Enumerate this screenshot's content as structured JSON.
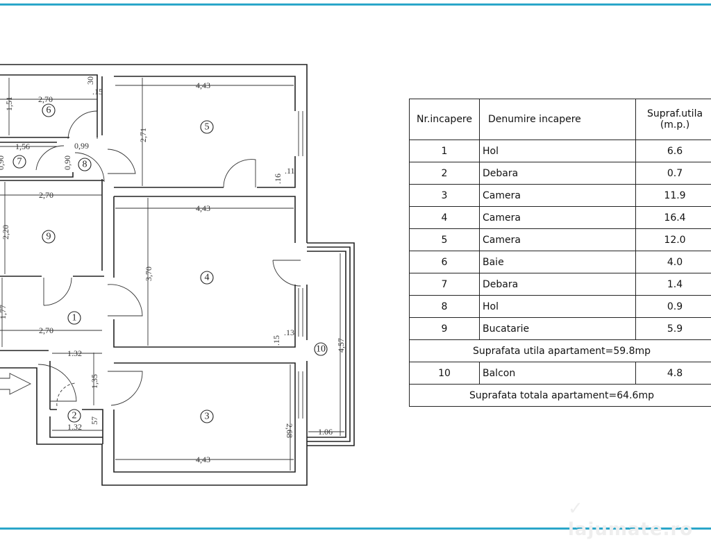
{
  "table": {
    "headers": {
      "nr": "Nr.incapere",
      "name": "Denumire incapere",
      "area": "Supraf.utila\n(m.p.)"
    },
    "rows": [
      {
        "nr": "1",
        "name": "Hol",
        "area": "6.6"
      },
      {
        "nr": "2",
        "name": "Debara",
        "area": "0.7"
      },
      {
        "nr": "3",
        "name": "Camera",
        "area": "11.9"
      },
      {
        "nr": "4",
        "name": "Camera",
        "area": "16.4"
      },
      {
        "nr": "5",
        "name": "Camera",
        "area": "12.0"
      },
      {
        "nr": "6",
        "name": "Baie",
        "area": "4.0"
      },
      {
        "nr": "7",
        "name": "Debara",
        "area": "1.4"
      },
      {
        "nr": "8",
        "name": "Hol",
        "area": "0.9"
      },
      {
        "nr": "9",
        "name": "Bucatarie",
        "area": "5.9"
      }
    ],
    "subtotal": "Suprafata utila apartament=59.8mp",
    "balcony": {
      "nr": "10",
      "name": "Balcon",
      "area": "4.8"
    },
    "total": "Suprafata totala apartament=64.6mp"
  },
  "plan": {
    "room_numbers": [
      "1",
      "2",
      "3",
      "4",
      "5",
      "6",
      "7",
      "8",
      "9",
      "10"
    ],
    "dimensions": {
      "r6_w": "2,70",
      "r6_h": "1,51",
      "r6_a": "30",
      "r6_b": ".15",
      "r7_w": "1,56",
      "r7_h": "0,90",
      "r8_w": "0,99",
      "r8_h": "0,90",
      "r9_w": "2,70",
      "r9_h": "2,20",
      "r1_w": "2,70",
      "r1_h": "1,77",
      "r5_w": "4,43",
      "r5_h": "2,71",
      "r5_a": ".16",
      "r5_b": ".11",
      "r4_w": "4,43",
      "r4_h": "3,70",
      "r4_a": ".15",
      "r4_b": ".13",
      "r3_w": "4,43",
      "r3_h": "2,68",
      "hall_w": "1.32",
      "hall_h": "1,35",
      "r2_w": "1.32",
      "r2_h": "57",
      "balc_h": "4,57",
      "balc_w": "1.06"
    }
  },
  "watermark": "lajumate.ro"
}
